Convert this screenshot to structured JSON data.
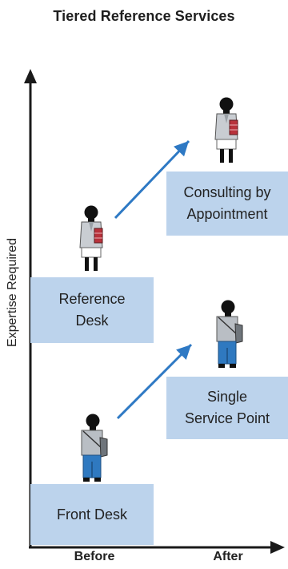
{
  "title": "Tiered Reference Services",
  "axes": {
    "y_label": "Expertise Required",
    "x_before": "Before",
    "x_after": "After"
  },
  "boxes": {
    "front_desk": [
      "Front Desk"
    ],
    "reference_desk": [
      "Reference",
      "Desk"
    ],
    "single_service_point": [
      "Single",
      "Service Point"
    ],
    "consulting": [
      "Consulting by",
      "Appointment"
    ]
  },
  "colors": {
    "box_fill": "#bcd3ec",
    "arrow": "#2e79c4",
    "axis": "#1a1a1a",
    "librarian_coat": "#c9cdd2",
    "librarian_skirt": "#ffffff",
    "staff_shirt": "#b9bec4",
    "staff_pants": "#2f79c0",
    "head_legs": "#111111",
    "book": "#b8323b"
  },
  "icons": {
    "librarian": "librarian-figure-icon",
    "staff": "staff-figure-icon",
    "axis_arrow": "axis-arrow-icon",
    "progress_arrow": "progress-arrow-icon"
  }
}
